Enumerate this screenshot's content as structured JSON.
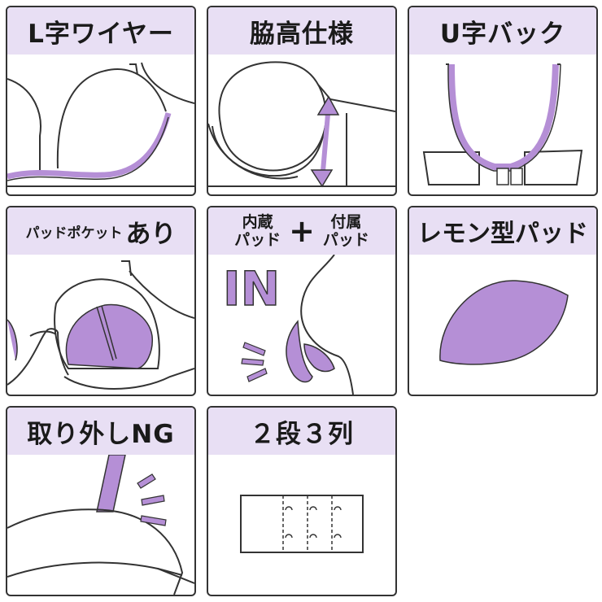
{
  "features": [
    {
      "title": "L字ワイヤー"
    },
    {
      "title": "脇高仕様"
    },
    {
      "title": "U字バック"
    },
    {
      "title_small": "パッドポケット",
      "title_large": "あり"
    },
    {
      "title_left_1": "内蔵",
      "title_left_2": "パッド",
      "plus": "+",
      "title_right_1": "付属",
      "title_right_2": "パッド",
      "illustration_text": "IN"
    },
    {
      "title": "レモン型パッド"
    },
    {
      "title": "取り外しNG"
    },
    {
      "title": "２段３列"
    }
  ],
  "colors": {
    "accent": "#b58fd6",
    "header_bg": "#e8dff4",
    "outline": "#333333"
  }
}
